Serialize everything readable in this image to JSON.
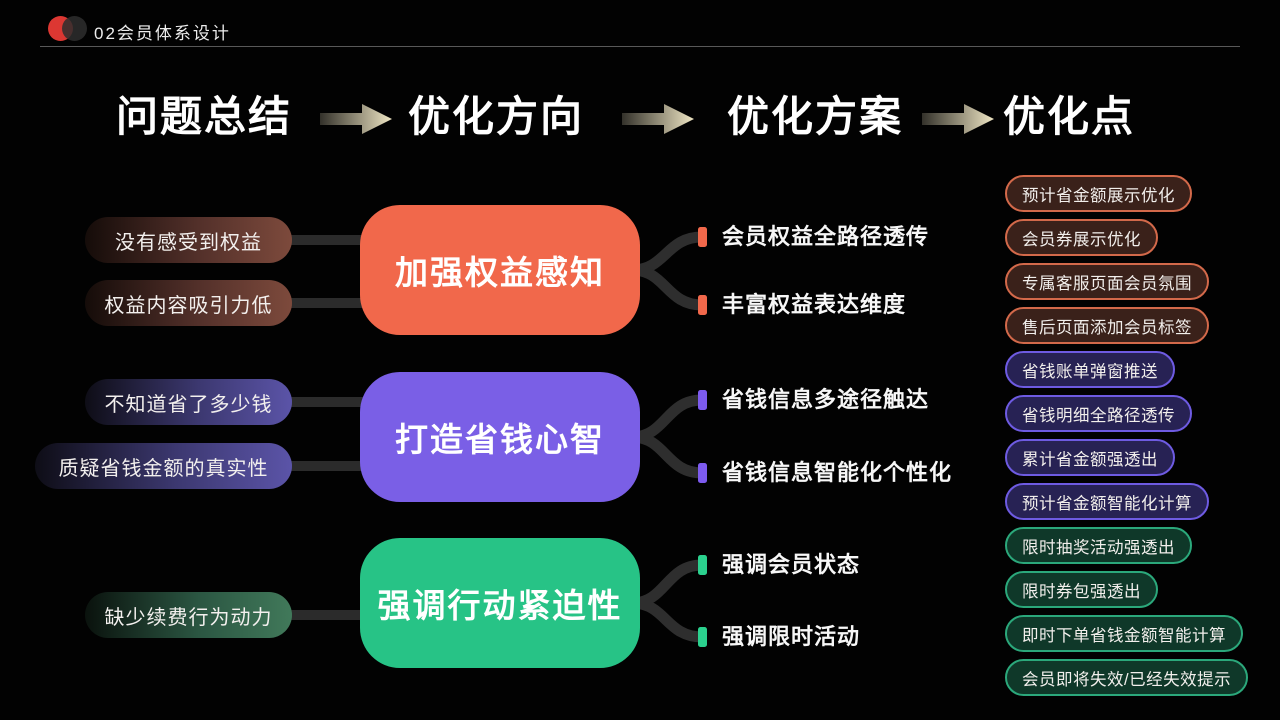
{
  "header": {
    "title": "02会员体系设计"
  },
  "columns": {
    "headers": [
      {
        "label": "问题总结"
      },
      {
        "label": "优化方向"
      },
      {
        "label": "优化方案"
      },
      {
        "label": "优化点"
      }
    ]
  },
  "problems": {
    "items": [
      {
        "label": "没有感受到权益",
        "group": "orange"
      },
      {
        "label": "权益内容吸引力低",
        "group": "orange"
      },
      {
        "label": "不知道省了多少钱",
        "group": "purple"
      },
      {
        "label": "质疑省钱金额的真实性",
        "group": "purple"
      },
      {
        "label": "缺少续费行为动力",
        "group": "green"
      }
    ]
  },
  "directions": {
    "items": [
      {
        "label": "加强权益感知",
        "color": "#F1684B"
      },
      {
        "label": "打造省钱心智",
        "color": "#7A5FE6"
      },
      {
        "label": "强调行动紧迫性",
        "color": "#27C386"
      }
    ]
  },
  "plans": {
    "items": [
      {
        "label": "会员权益全路径透传",
        "group": "orange"
      },
      {
        "label": "丰富权益表达维度",
        "group": "orange"
      },
      {
        "label": "省钱信息多途径触达",
        "group": "purple"
      },
      {
        "label": "省钱信息智能化个性化",
        "group": "purple"
      },
      {
        "label": "强调会员状态",
        "group": "green"
      },
      {
        "label": "强调限时活动",
        "group": "green"
      }
    ]
  },
  "points": {
    "items": [
      {
        "label": "预计省金额展示优化",
        "group": "orange"
      },
      {
        "label": "会员券展示优化",
        "group": "orange"
      },
      {
        "label": "专属客服页面会员氛围",
        "group": "orange"
      },
      {
        "label": "售后页面添加会员标签",
        "group": "orange"
      },
      {
        "label": "省钱账单弹窗推送",
        "group": "purple"
      },
      {
        "label": "省钱明细全路径透传",
        "group": "purple"
      },
      {
        "label": "累计省金额强透出",
        "group": "purple"
      },
      {
        "label": "预计省金额智能化计算",
        "group": "purple"
      },
      {
        "label": "限时抽奖活动强透出",
        "group": "green"
      },
      {
        "label": "限时券包强透出",
        "group": "green"
      },
      {
        "label": "即时下单省钱金额智能计算",
        "group": "green"
      },
      {
        "label": "会员即将失效/已经失效提示",
        "group": "green"
      }
    ]
  },
  "colors": {
    "accent_orange": "#F1684B",
    "accent_purple": "#7A5FE6",
    "accent_green": "#27C386",
    "connector_gray": "#2B2B2B",
    "arrow_light": "#EFE6C4",
    "logo_red": "#DC3732"
  }
}
